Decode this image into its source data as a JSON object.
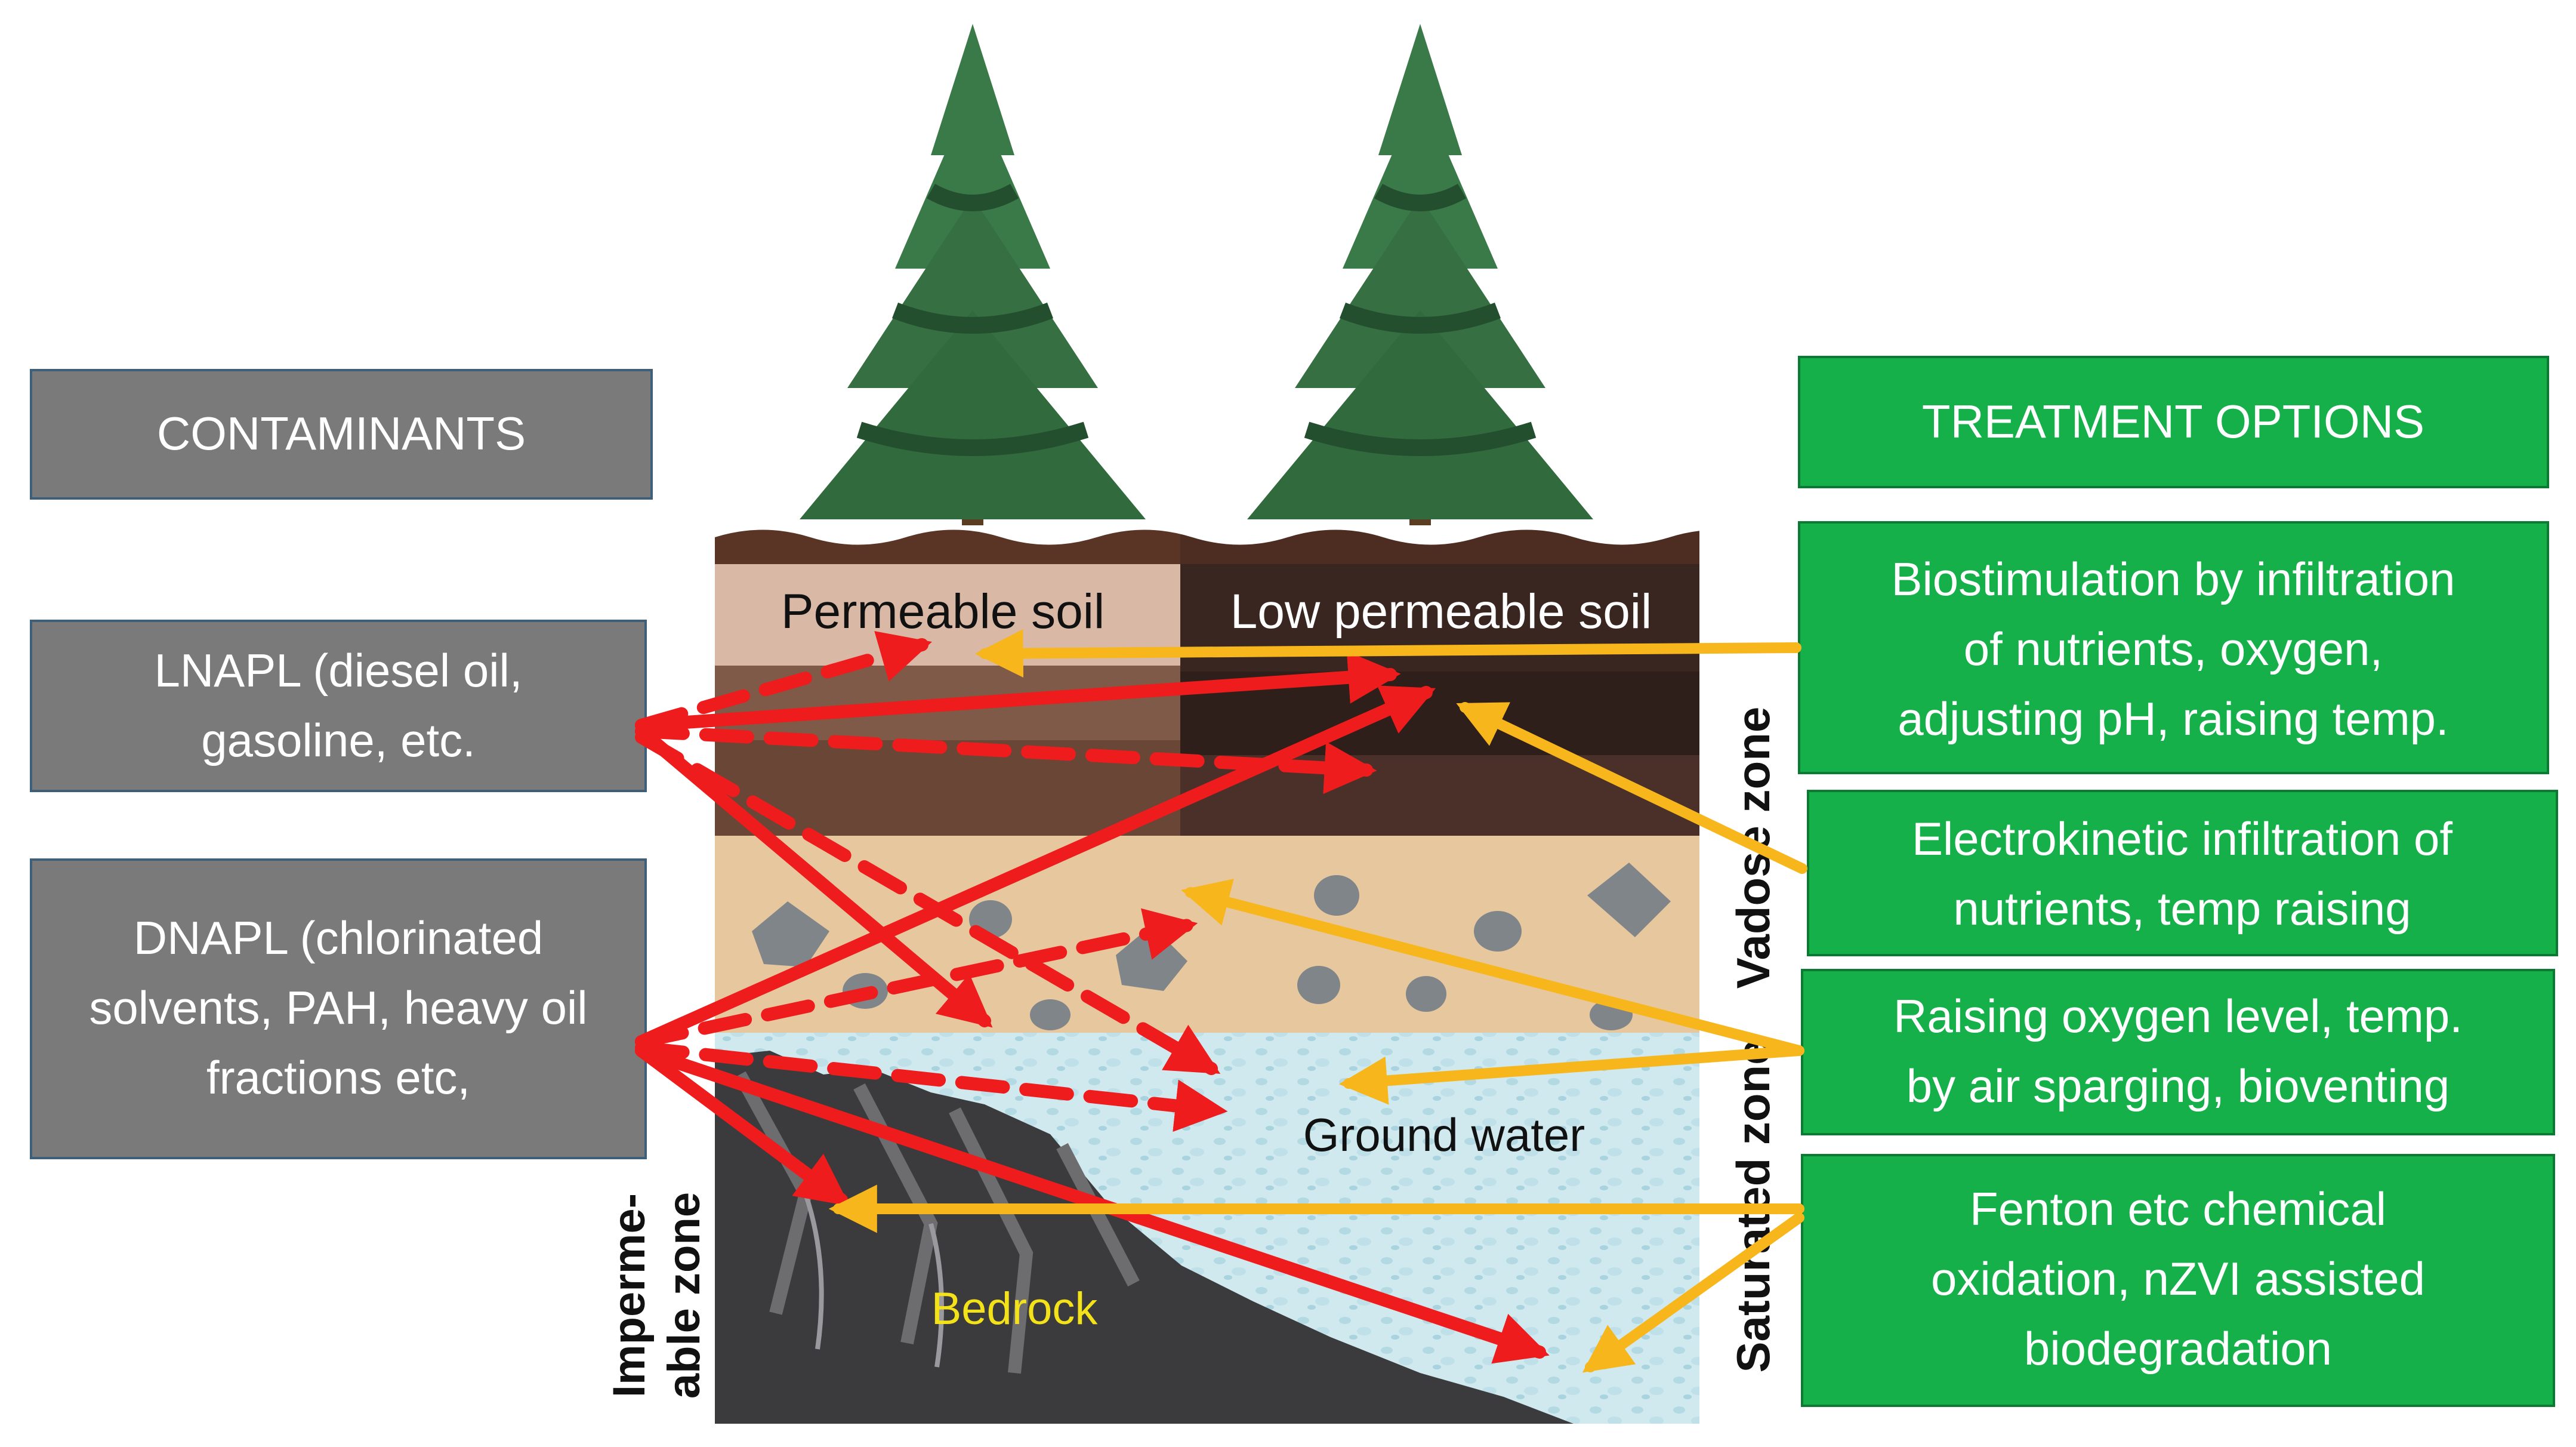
{
  "contaminants": {
    "header": "CONTAMINANTS",
    "lnapl": [
      "LNAPL (diesel oil,",
      "gasoline,  etc."
    ],
    "dnapl": [
      "DNAPL (chlorinated",
      "solvents, PAH, heavy oil",
      "fractions etc,"
    ]
  },
  "treatment": {
    "header": "TREATMENT OPTIONS",
    "biostimulation": [
      "Biostimulation by infiltration",
      "of nutrients, oxygen,",
      "adjusting pH, raising temp."
    ],
    "electrokinetic": [
      "Electrokinetic infiltration of",
      "nutrients, temp raising"
    ],
    "oxygen": [
      "Raising oxygen level, temp.",
      "by air sparging, bioventing"
    ],
    "fenton": [
      "Fenton etc chemical",
      "oxidation, nZVI assisted",
      "biodegradation"
    ]
  },
  "soil": {
    "permeable": "Permeable soil",
    "low_permeable": "Low permeable soil",
    "ground_water": "Ground water",
    "bedrock": "Bedrock"
  },
  "zones": {
    "vadose": "Vadose zone",
    "saturated": "Saturated zone",
    "impermeable": [
      "Imperme-",
      "able zone"
    ]
  },
  "colors": {
    "contaminant_box": "#7a7a7a",
    "treatment_box": "#16b04a",
    "contaminant_arrow": "#ee1c1c",
    "treatment_arrow": "#f7b71c",
    "bedrock_label": "#f3e21a"
  }
}
